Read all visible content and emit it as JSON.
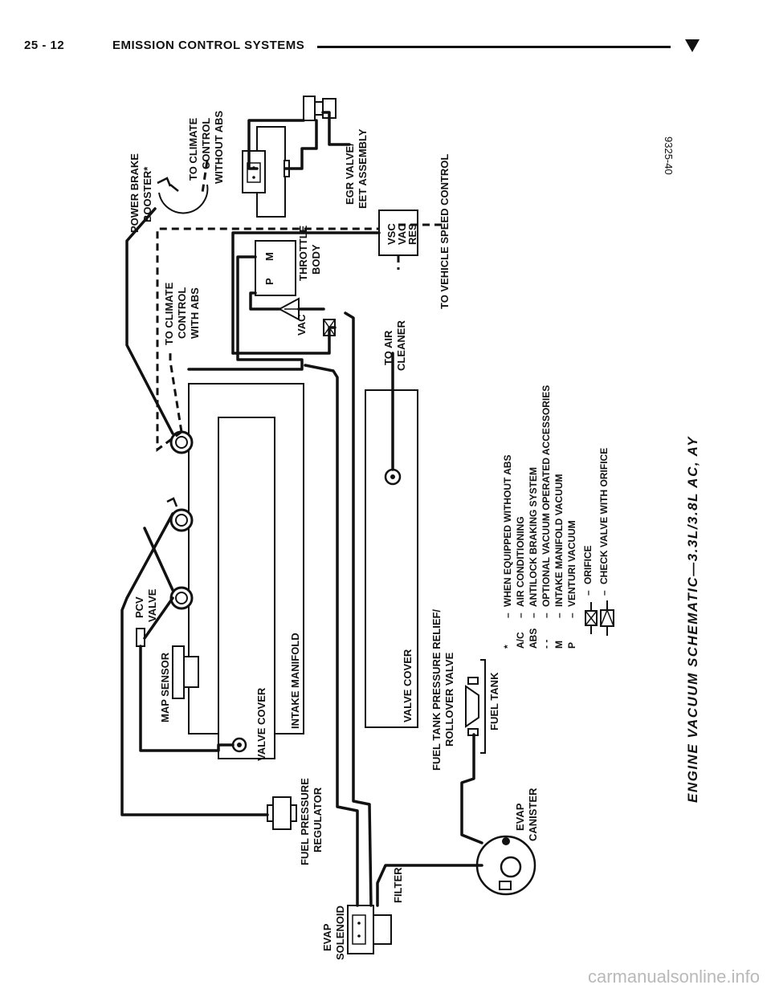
{
  "header": {
    "page_number": "25 - 12",
    "section_title": "EMISSION CONTROL SYSTEMS"
  },
  "figure": {
    "id": "9325-40",
    "title": "ENGINE VACUUM SCHEMATIC—3.3L/3.8L AC, AY"
  },
  "labels": {
    "power_brake_booster_1": "POWER BRAKE",
    "power_brake_booster_2": "BOOSTER*",
    "climate_no_abs_1": "TO CLIMATE",
    "climate_no_abs_2": "CONTROL",
    "climate_no_abs_3": "WITHOUT ABS",
    "egr_1": "EGR VALVE/",
    "egr_2": "EET ASSEMBLY",
    "vsc_1": "VSC",
    "vsc_2": "VAC",
    "vsc_3": "RES",
    "vehicle_speed": "TO VEHICLE SPEED CONTROL",
    "throttle_1": "THROTTLE",
    "throttle_2": "BODY",
    "p_port": "P",
    "m_port": "M",
    "climate_abs_1": "TO CLIMATE",
    "climate_abs_2": "CONTROL",
    "climate_abs_3": "WITH ABS",
    "vac": "VAC",
    "air_cleaner_1": "TO AIR",
    "air_cleaner_2": "CLEANER",
    "pcv_1": "PCV",
    "pcv_2": "VALVE",
    "map_sensor": "MAP SENSOR",
    "valve_cover_top": "VALVE COVER",
    "intake_manifold": "INTAKE MANIFOLD",
    "valve_cover_bottom": "VALVE COVER",
    "fuel_relief_1": "FUEL TANK PRESSURE RELIEF/",
    "fuel_relief_2": "ROLLOVER VALVE",
    "fuel_tank": "FUEL TANK",
    "fuel_reg_1": "FUEL PRESSURE",
    "fuel_reg_2": "REGULATOR",
    "evap_canister_1": "EVAP",
    "evap_canister_2": "CANISTER",
    "evap_solenoid_1": "EVAP",
    "evap_solenoid_2": "SOLENOID",
    "filter": "FILTER"
  },
  "legend": [
    {
      "symbol": "*",
      "sep": "–",
      "text": "WHEN EQUIPPED WITHOUT ABS"
    },
    {
      "symbol": "A/C",
      "sep": "–",
      "text": "AIR CONDITIONING"
    },
    {
      "symbol": "ABS",
      "sep": "–",
      "text": "ANTILOCK BRAKING SYSTEM"
    },
    {
      "symbol": "- -",
      "sep": "–",
      "text": "OPTIONAL VACUUM OPERATED ACCESSORIES"
    },
    {
      "symbol": "M",
      "sep": "–",
      "text": "INTAKE MANIFOLD VACUUM"
    },
    {
      "symbol": "P",
      "sep": "–",
      "text": "VENTURI VACUUM"
    },
    {
      "symbol": "",
      "sep": "–",
      "text": "ORIFICE"
    },
    {
      "symbol": "",
      "sep": "–",
      "text": "CHECK VALVE WITH ORIFICE"
    }
  ],
  "watermark": "carmanualsonline.info"
}
